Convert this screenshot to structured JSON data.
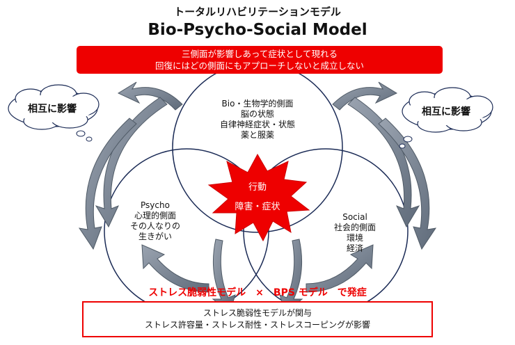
{
  "header": {
    "title_jp": "トータルリハビリテーションモデル",
    "title_en": "Bio-Psycho-Social Model"
  },
  "banner": {
    "line1": "三側面が影響しあって症状として現れる",
    "line2": "回復にはどの側面にもアプローチしないと成立しない",
    "color": "#ee0000"
  },
  "clouds": {
    "left_label": "相互に影響",
    "right_label": "相互に影響"
  },
  "circles": {
    "bio": [
      "Bio・生物学的側面",
      "脳の状態",
      "自律神経症状・状態",
      "薬と服薬"
    ],
    "psycho": [
      "Psycho",
      "心理的側面",
      "その人なりの",
      "生きがい"
    ],
    "social": [
      "Social",
      "社会的側面",
      "環境",
      "経済"
    ]
  },
  "center": {
    "line1": "行動",
    "line2": "障害・症状",
    "color": "#ee0000"
  },
  "subtitle": "ストレス脆弱性モデル　×　BPS モデル　で発症",
  "bottom_box": {
    "line1": "ストレス脆弱性モデルが関与",
    "line2": "ストレス許容量・ストレス耐性・ストレスコーピングが影響"
  }
}
